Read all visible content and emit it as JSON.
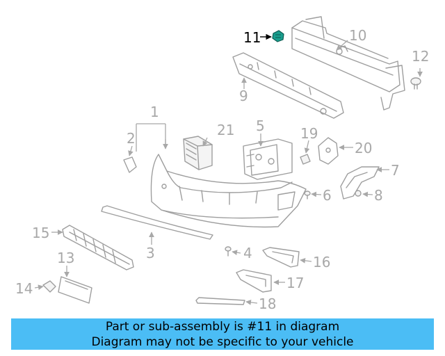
{
  "callouts": {
    "n1": "1",
    "n2": "2",
    "n3": "3",
    "n4": "4",
    "n5": "5",
    "n6": "6",
    "n7": "7",
    "n8": "8",
    "n9": "9",
    "n10": "10",
    "n11": "11",
    "n12": "12",
    "n13": "13",
    "n14": "14",
    "n15": "15",
    "n16": "16",
    "n17": "17",
    "n18": "18",
    "n19": "19",
    "n20": "20",
    "n21": "21"
  },
  "highlight_color": "#1a9e8e",
  "banner": {
    "line1": "Part or sub-assembly is #11 in diagram",
    "line2": "Diagram may not be specific to your vehicle",
    "background": "#4bbdf5"
  }
}
